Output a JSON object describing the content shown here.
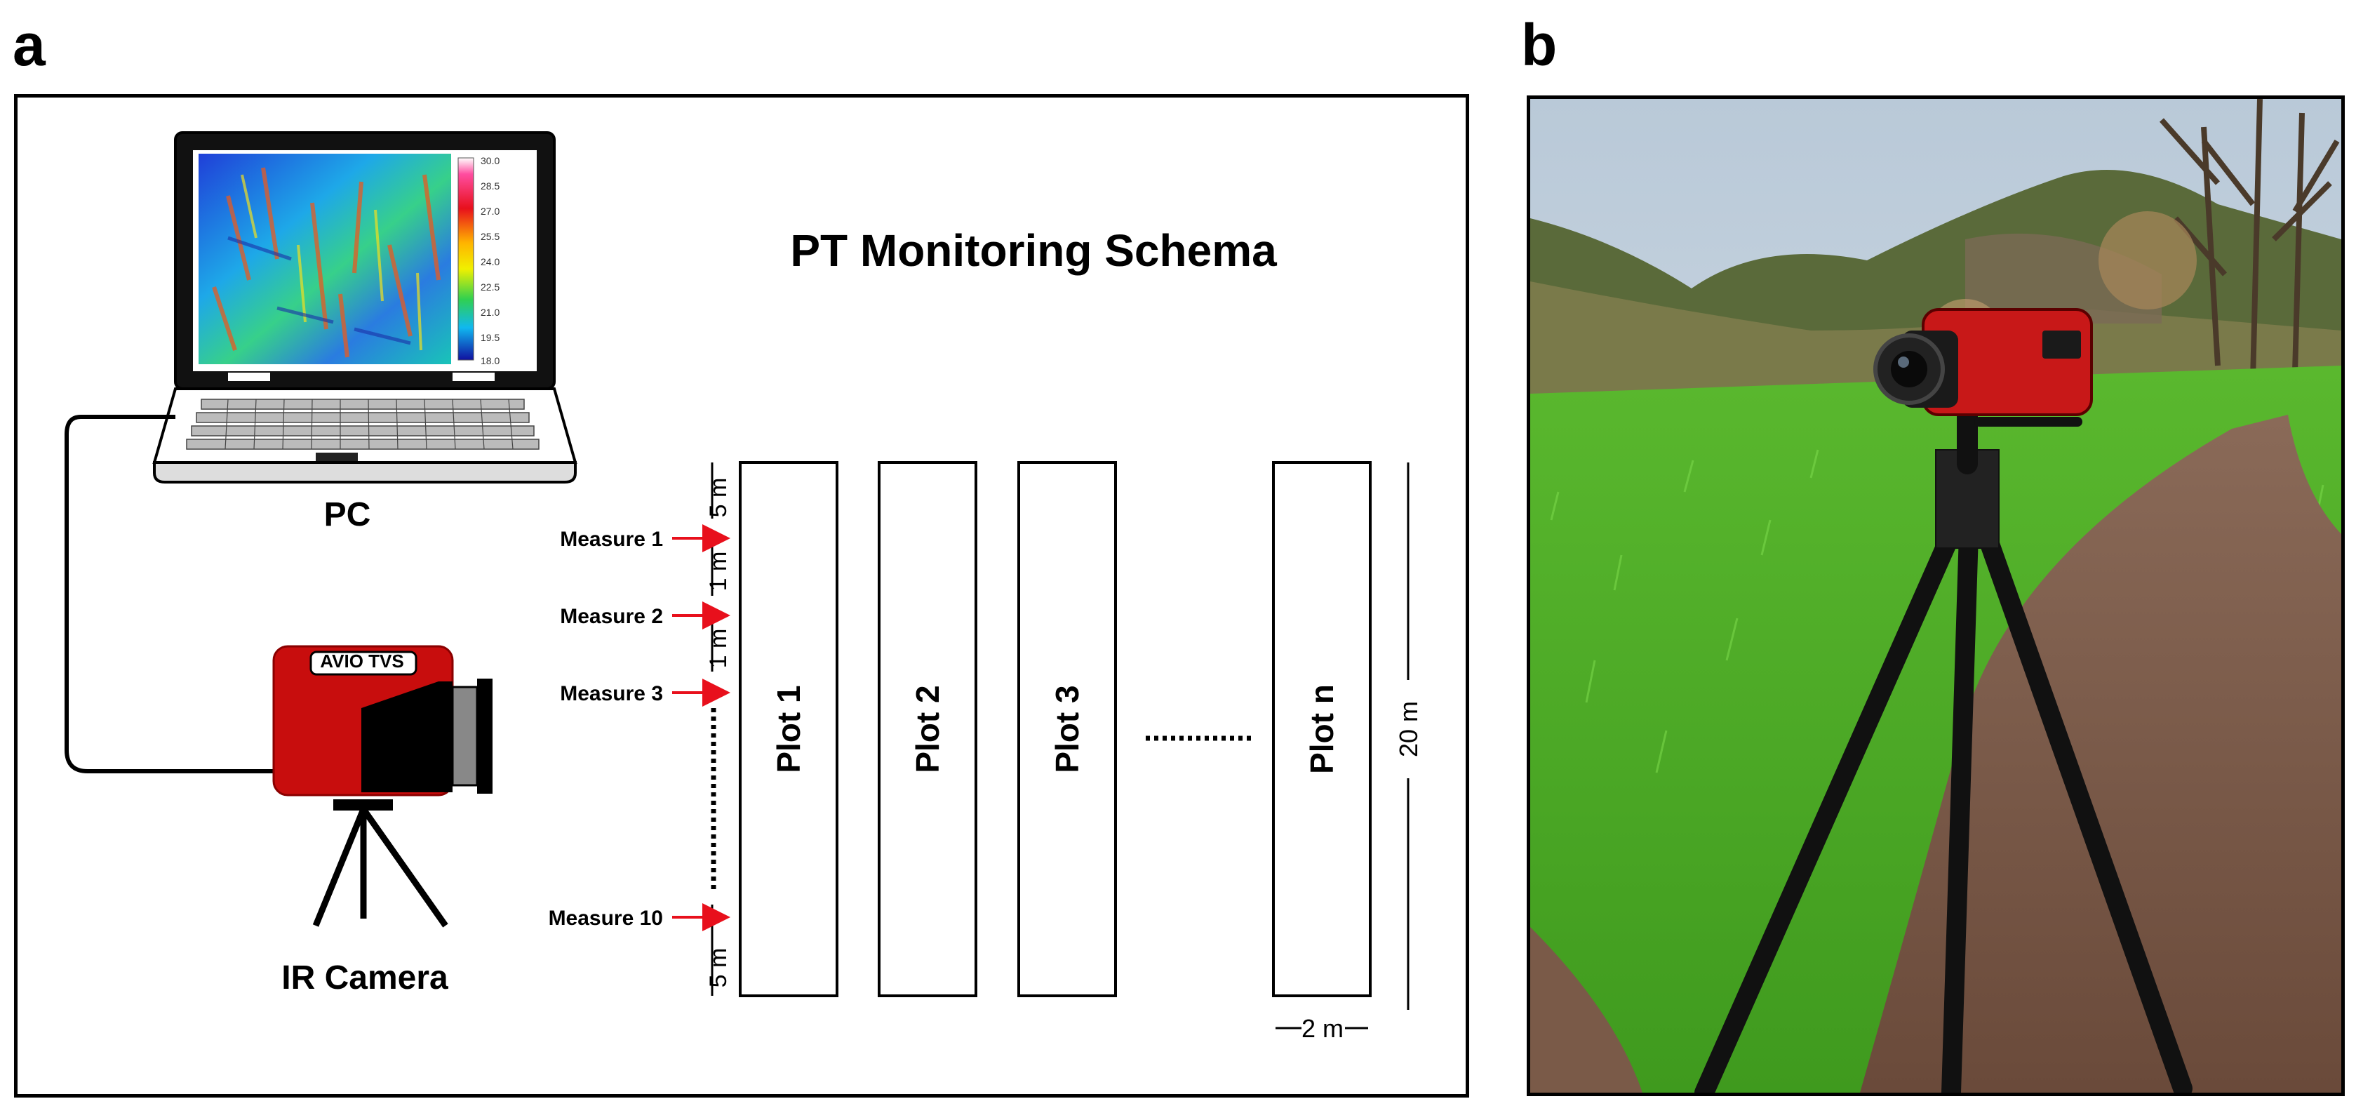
{
  "panel_a": {
    "letter": "a",
    "title": "PT Monitoring Schema",
    "pc_label": "PC",
    "camera_label": "IR Camera",
    "camera_brand": "AVIO TVS",
    "colorbar_ticks": [
      "30.0",
      "28.5",
      "27.0",
      "25.5",
      "24.0",
      "22.5",
      "21.0",
      "19.5",
      "18.0"
    ],
    "measures": [
      "Measure 1",
      "Measure 2",
      "Measure 3",
      "Measure 10"
    ],
    "spacing_labels": [
      "5 m",
      "1 m",
      "1 m",
      "5 m"
    ],
    "plots": [
      "Plot 1",
      "Plot 2",
      "Plot 3",
      "Plot n"
    ],
    "ellipsis": "........",
    "length_label": "20 m",
    "width_label": "2 m",
    "colors": {
      "arrow": "#e8101c",
      "camera_body": "#c80d0d"
    }
  },
  "panel_b": {
    "letter": "b"
  }
}
